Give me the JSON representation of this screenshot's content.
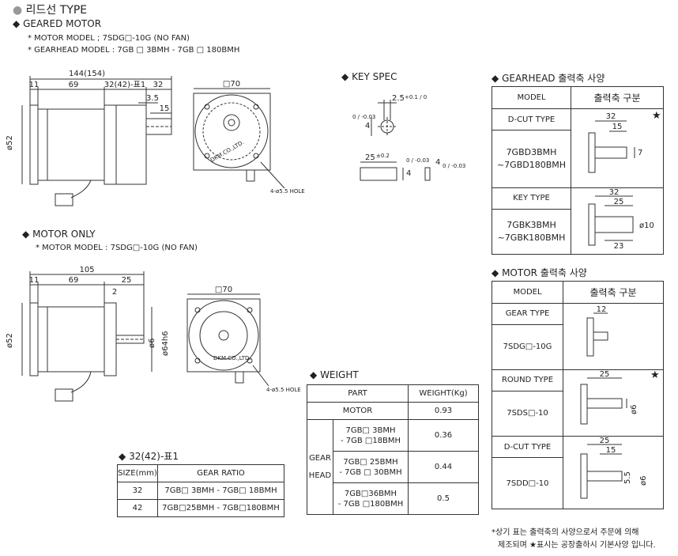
{
  "title": "리드선 TYPE",
  "geared": {
    "heading": "GEARED MOTOR",
    "note1": "* MOTOR MODEL ; 7SDG□-10G (NO FAN)",
    "note2": "* GEARHEAD MODEL : 7GB □ 3BMH - 7GB □ 180BMH",
    "dims": {
      "total": "144(154)",
      "d11": "11",
      "d69": "69",
      "d32a": "32(42)-표1",
      "d32b": "32",
      "d35": "3.5",
      "d15": "15",
      "dia52": "ø52",
      "sq70": "□70",
      "hole": "4-ø5.5 HOLE",
      "brand": "DKM.CO.,LTD."
    }
  },
  "key_spec": {
    "heading": "KEY SPEC",
    "v25": "2.5",
    "v25tol": "+0.1 / 0",
    "v4": "4",
    "v4tol": "0 / -0.03",
    "v25b": "25",
    "v25btol": "±0.2",
    "v4b": "4",
    "v4btol": "0 / -0.03",
    "v4c": "4",
    "v4ctol": "0 / -0.03"
  },
  "gearhead_table": {
    "heading": "GEARHEAD 출력축 사양",
    "col_model": "MODEL",
    "col_type": "출력축 구분",
    "rows": [
      {
        "type": "D-CUT TYPE",
        "models": [
          "7GBD3BMH",
          "~7GBD180BMH"
        ],
        "d1": "32",
        "d2": "15",
        "d3": "7",
        "star": "★"
      },
      {
        "type": "KEY TYPE",
        "models": [
          "7GBK3BMH",
          "~7GBK180BMH"
        ],
        "d1": "32",
        "d2": "25",
        "d3": "ø10",
        "d4": "23"
      }
    ]
  },
  "motor_only": {
    "heading": "MOTOR ONLY",
    "note": "* MOTOR MODEL : 7SDG□-10G (NO FAN)",
    "dims": {
      "total": "105",
      "d11": "11",
      "d69": "69",
      "d25": "25",
      "d2": "2",
      "dia52": "ø52",
      "dia6": "ø6",
      "dia64": "ø64h6",
      "sq70": "□70",
      "hole": "4-ø5.5 HOLE",
      "brand": "DKM.CO.,LTD."
    }
  },
  "weight": {
    "heading": "WEIGHT",
    "col_part": "PART",
    "col_weight": "WEIGHT(Kg)",
    "motor_label": "MOTOR",
    "motor_value": "0.93",
    "gear_label1": "GEAR",
    "gear_label2": "HEAD",
    "rows": [
      {
        "l1": "7GB□ 3BMH",
        "l2": "- 7GB □18BMH",
        "value": "0.36"
      },
      {
        "l1": "7GB□ 25BMH",
        "l2": "- 7GB □ 30BMH",
        "value": "0.44"
      },
      {
        "l1": "7GB□36BMH",
        "l2": "- 7GB □180BMH",
        "value": "0.5"
      }
    ]
  },
  "ratio_table": {
    "heading": "32(42)-표1",
    "col_size": "SIZE(mm)",
    "col_ratio": "GEAR RATIO",
    "rows": [
      {
        "size": "32",
        "ratio": "7GB□ 3BMH - 7GB□ 18BMH"
      },
      {
        "size": "42",
        "ratio": "7GB□25BMH - 7GB□180BMH"
      }
    ]
  },
  "motor_table": {
    "heading": "MOTOR 출력축 사양",
    "col_model": "MODEL",
    "col_type": "출력축 구분",
    "rows": [
      {
        "type": "GEAR TYPE",
        "model": "7SDG□-10G",
        "d1": "12"
      },
      {
        "type": "ROUND TYPE",
        "model": "7SDS□-10",
        "d1": "25",
        "d2": "ø6",
        "star": "★"
      },
      {
        "type": "D-CUT TYPE",
        "model": "7SDD□-10",
        "d1": "25",
        "d2": "15",
        "d3": "5.5",
        "d4": "ø6"
      }
    ]
  },
  "footnote": {
    "line1": "*상기 표는 출력축의 사양으로서 주문에 의해",
    "line2": "제조되며 ★표시는 공장출하시 기본사양 입니다."
  }
}
